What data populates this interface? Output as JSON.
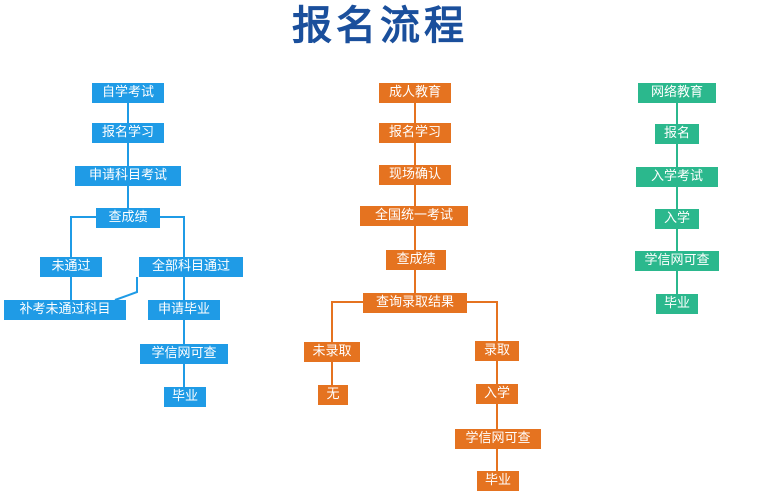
{
  "title": "报名流程",
  "colors": {
    "blue": "#1f9be6",
    "orange": "#e57320",
    "green": "#2bb88d",
    "title": "#1a4f9c"
  },
  "self_study": {
    "start": "自学考试",
    "register": "报名学习",
    "apply_exam": "申请科目考试",
    "check_score": "查成绩",
    "not_passed": "未通过",
    "all_passed": "全部科目通过",
    "retake": "补考未通过科目",
    "apply_graduate": "申请毕业",
    "chsi_check": "学信网可查",
    "graduate": "毕业"
  },
  "adult_edu": {
    "start": "成人教育",
    "register": "报名学习",
    "confirm": "现场确认",
    "national_exam": "全国统一考试",
    "check_score": "查成绩",
    "check_result": "查询录取结果",
    "not_admitted": "未录取",
    "none": "无",
    "admitted": "录取",
    "enroll": "入学",
    "chsi_check": "学信网可查",
    "graduate": "毕业"
  },
  "online_edu": {
    "start": "网络教育",
    "register": "报名",
    "entrance_exam": "入学考试",
    "enroll": "入学",
    "chsi_check": "学信网可查",
    "graduate": "毕业"
  }
}
